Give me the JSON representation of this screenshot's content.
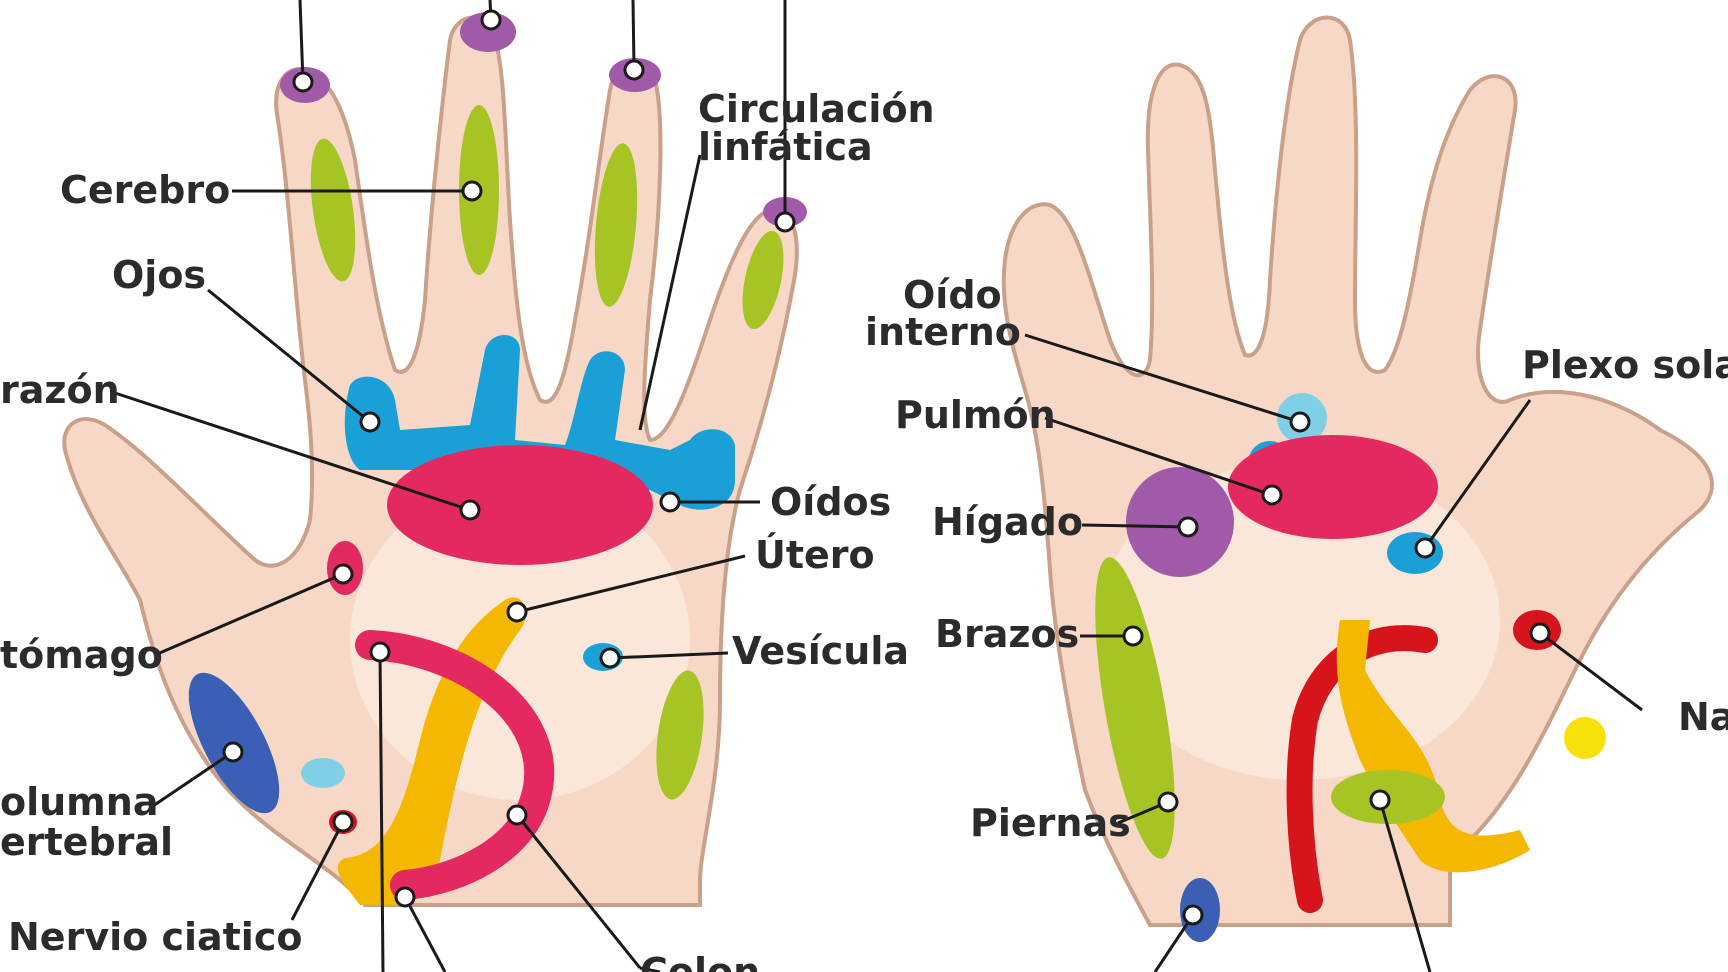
{
  "colors": {
    "skin": "#f7d8c6",
    "skin_outline": "#c9a08a",
    "brain_zone": "#a6c424",
    "sinus_zone": "#a05aa8",
    "lymph_zone": "#1aa0d6",
    "heart_zone": "#e3295f",
    "ear_zone": "#1aa0d6",
    "spine_zone": "#3b5fb5",
    "uterus_zone": "#f5b800",
    "intestine_zone": "#e3295f",
    "liver_zone": "#a05aa8",
    "inner_ear_zone": "#7fd0e6",
    "kidney_zone": "#d7141c",
    "yellow_spot": "#f6e20a"
  },
  "left_hand": {
    "labels": {
      "cerebro": "Cerebro",
      "ojos": "Ojos",
      "corazon": "razón",
      "estomago": "tómago",
      "columna_1": "olumna",
      "columna_2": "ertebral",
      "nervio": "Nervio ciatico",
      "circulacion_1": "Circulación",
      "circulacion_2": "linfática",
      "oidos": "Oídos",
      "utero": "Útero",
      "vesicula": "Vesícula",
      "colon": "Colon"
    }
  },
  "right_hand": {
    "labels": {
      "oido_1": "Oído",
      "oido_2": "interno",
      "pulmon": "Pulmón",
      "higado": "Hígado",
      "brazos": "Brazos",
      "piernas": "Piernas",
      "plexo": "Plexo solar",
      "nariz": "Na"
    }
  }
}
